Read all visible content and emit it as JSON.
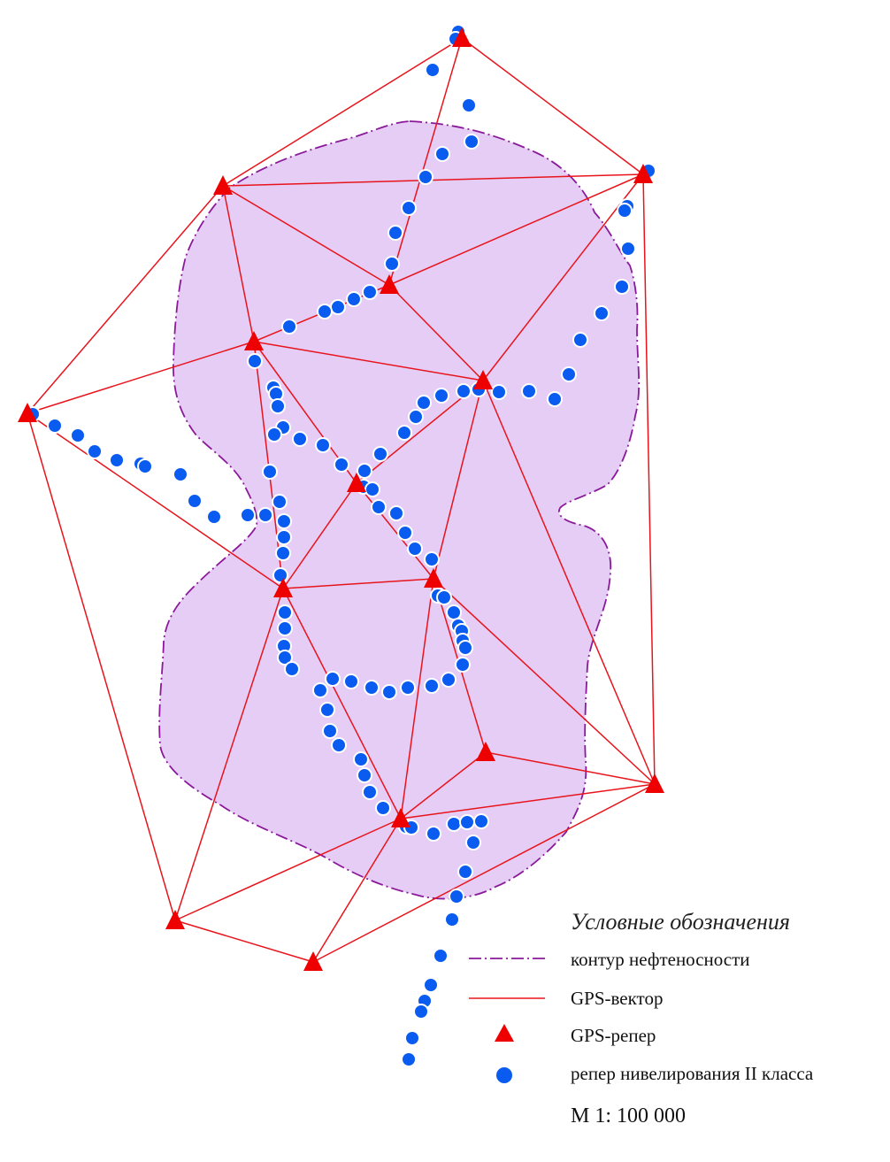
{
  "colors": {
    "contour_fill": "#e6cdf6",
    "contour_stroke": "#8a1a9a",
    "gps_vector": "#e8141c",
    "gps_benchmark": "#ee0000",
    "leveling_benchmark": "#0a5cf0"
  },
  "icons": {
    "gps_benchmark": "red-triangle",
    "leveling_benchmark": "blue-dot"
  },
  "legend": {
    "title": "Условные обозначения",
    "items": [
      {
        "symbol": "dash-dot-line",
        "label": "контур нефтеносности"
      },
      {
        "symbol": "solid-line",
        "label": "GPS-вектор"
      },
      {
        "symbol": "red-triangle",
        "label": "GPS-репер"
      },
      {
        "symbol": "blue-dot",
        "label": "репер нивелирования II класса"
      }
    ],
    "scale": "М 1: 100 000"
  }
}
